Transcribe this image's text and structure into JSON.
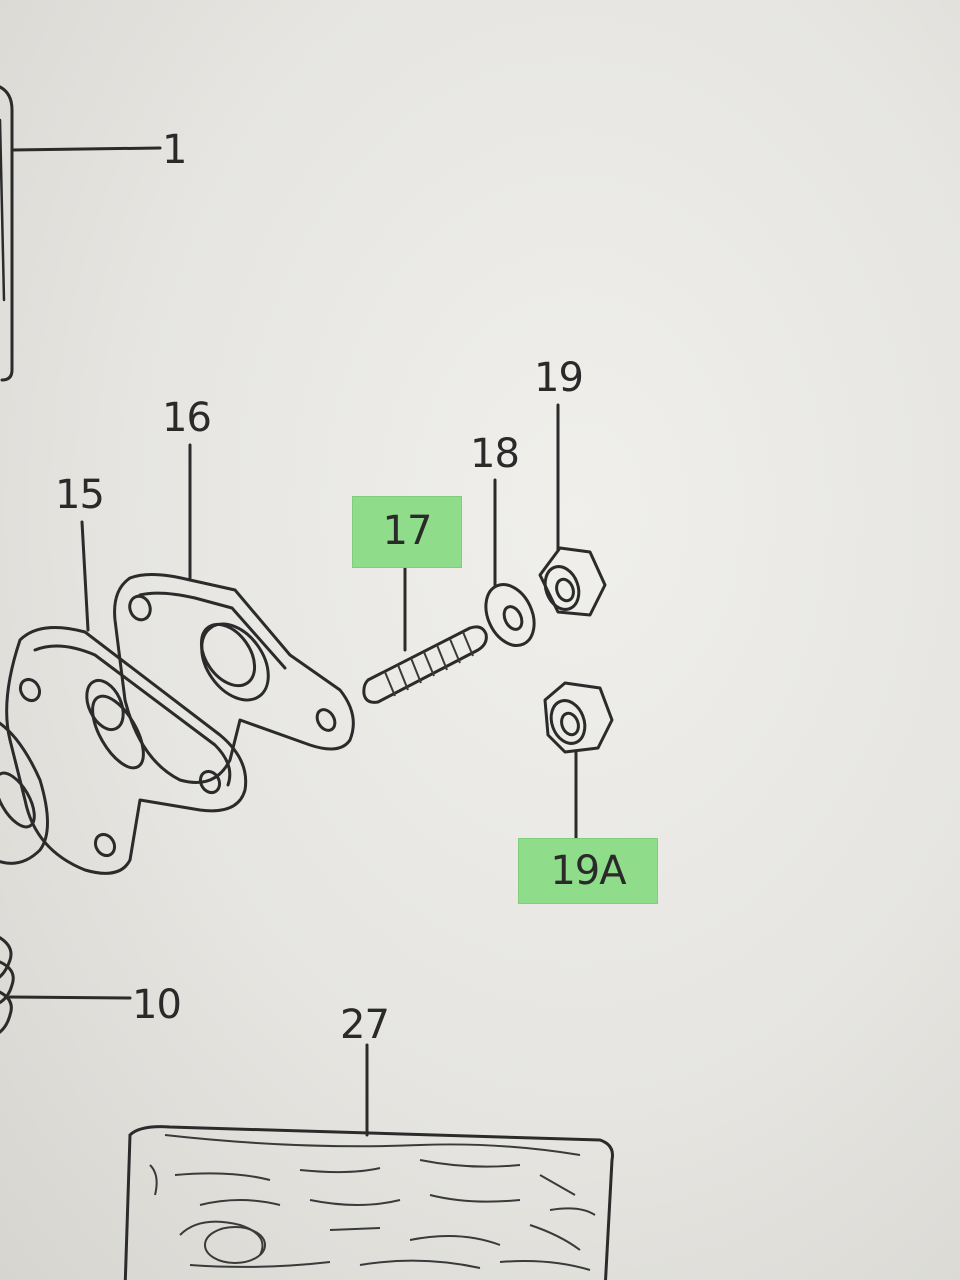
{
  "callouts": {
    "c1": "1",
    "c16": "16",
    "c15": "15",
    "c17": "17",
    "c18": "18",
    "c19": "19",
    "c19a": "19A",
    "c10": "10",
    "c27": "27"
  },
  "highlight_color": "#8fdc8a",
  "line_color": "#2b2b2b",
  "background_color": "#e8e7e3"
}
